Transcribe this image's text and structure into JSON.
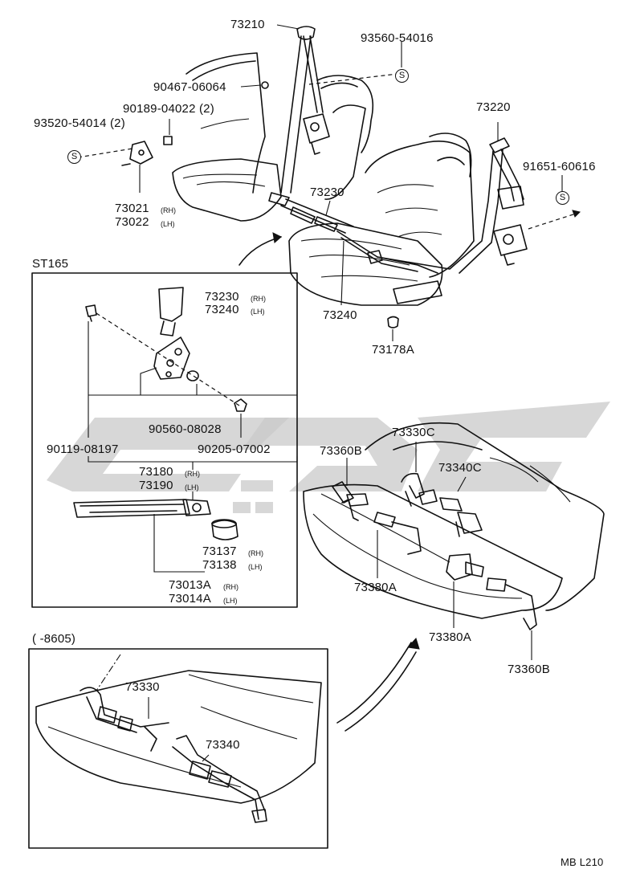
{
  "diagram": {
    "code": "MB L210",
    "inset_top_title": "ST165",
    "inset_bottom_title": "(        -8605)",
    "parts": {
      "p73210": "73210",
      "p93560": "93560-54016",
      "p90467": "90467-06064",
      "p90189": "90189-04022  (2)",
      "p93520": "93520-54014  (2)",
      "p73220": "73220",
      "p91651": "91651-60616",
      "p73230top": "73230",
      "p73021": "73021",
      "p73022": "73022",
      "p73240top": "73240",
      "p73178a": "73178A",
      "p73230": "73230",
      "p73240": "73240",
      "p90560": "90560-08028",
      "p90119": "90119-08197",
      "p90205": "90205-07002",
      "p73180": "73180",
      "p73190": "73190",
      "p73137": "73137",
      "p73138": "73138",
      "p73013a": "73013A",
      "p73014a": "73014A",
      "p73360b_l": "73360B",
      "p73330c": "73330C",
      "p73340c": "73340C",
      "p73380a_l": "73380A",
      "p73380a_r": "73380A",
      "p73360b_r": "73360B",
      "p73330": "73330",
      "p73340": "73340"
    },
    "suffix_rh": "(RH)",
    "suffix_lh": "(LH)",
    "s_mark": "S"
  }
}
